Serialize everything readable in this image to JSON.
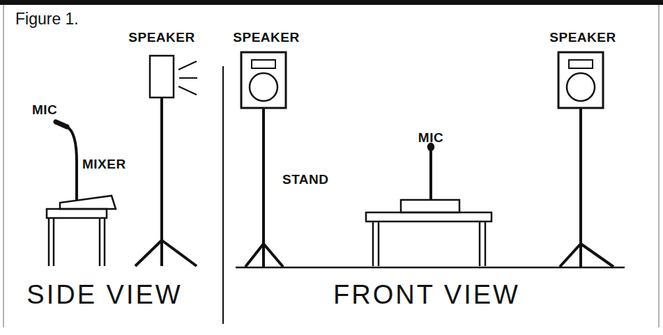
{
  "diagram": {
    "title": "Figure 1.",
    "labels": [
      "SPEAKER",
      "MIC",
      "MIXER",
      "SIDE VIEW",
      "SPEAKER",
      "STAND",
      "MIC",
      "SPEAKER",
      "FRONT VIEW"
    ]
  }
}
